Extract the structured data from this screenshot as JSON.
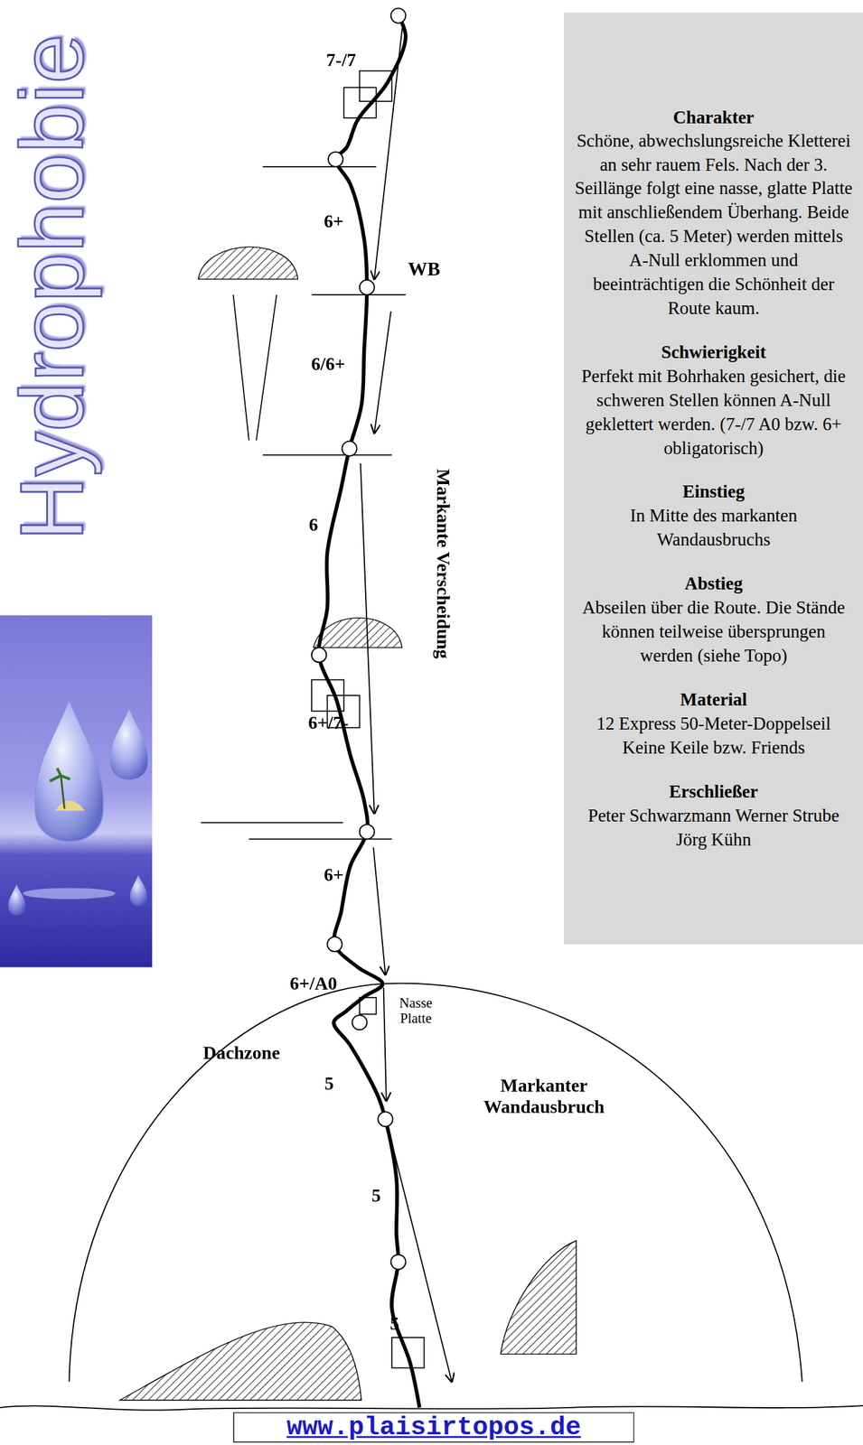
{
  "diagram": {
    "title": "Hydrophobie",
    "nodes": [
      {
        "text": [
          "Charakter",
          "Schöne, abwechslungsreiche Kletterei an sehr rauem Fels. Nach der 3. Seillänge folgt eine nasse, glatte Platte mit anschließendem Überhang. Beide Stellen (ca. 5 Meter) werden mittels A-Null erklommen und beeinträchtigen die Schönheit der Route kaum.",
          "Schwierigkeit",
          "Perfekt mit Bohrhaken gesichert, die schweren Stellen können A-Null geklettert werden. (7-/7 A0 bzw. 6+ obligatorisch)",
          "Einstieg",
          "In Mitte des markanten Wandausbruchs",
          "Abstieg",
          "Abseilen über die Route. Die Stände können teilweise übersprungen werden (siehe Topo)",
          "Material",
          "12 Express 50-Meter-Doppelseil Keine Keile bzw. Friends",
          "Erschließer",
          "Peter Schwarzmann Werner Strube Jörg Kühn"
        ]
      },
      {
        "text": [
          "www.plaisirtopos.de"
        ]
      }
    ],
    "labels": [
      "7-/7",
      "6+",
      "WB",
      "6/6+",
      "6",
      "Markante Verscheidung",
      "6+/7-",
      "6+",
      "6+/A0",
      "Nasse Platte",
      "Dachzone",
      "5",
      "Markanter Wandausbruch",
      "5",
      "5"
    ]
  }
}
